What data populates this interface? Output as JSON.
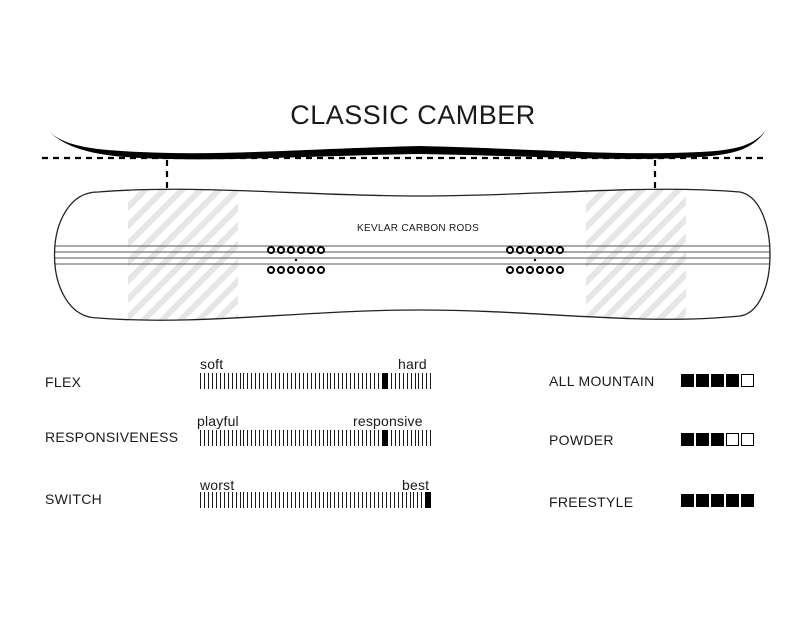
{
  "title": "CLASSIC CAMBER",
  "board": {
    "rod_label": "KEVLAR CARBON RODS"
  },
  "scales": [
    {
      "label": "FLEX",
      "left": "soft",
      "right": "hard",
      "value": 0.8
    },
    {
      "label": "RESPONSIVENESS",
      "left": "playful",
      "right": "responsive",
      "value": 0.8
    },
    {
      "label": "SWITCH",
      "left": "worst",
      "right": "best",
      "value": 1.0
    }
  ],
  "ratings": [
    {
      "label": "ALL MOUNTAIN",
      "value": 4,
      "max": 5
    },
    {
      "label": "POWDER",
      "value": 3,
      "max": 5
    },
    {
      "label": "FREESTYLE",
      "value": 5,
      "max": 5
    }
  ]
}
